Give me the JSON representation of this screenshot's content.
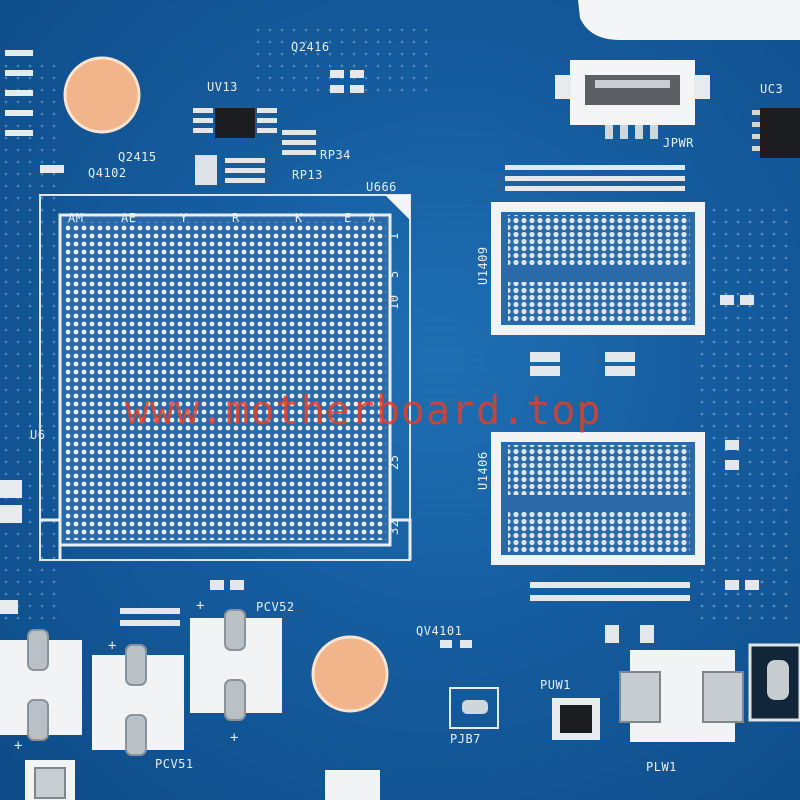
{
  "labels": {
    "q2416": "Q2416",
    "uv13": "UV13",
    "q2415": "Q2415",
    "q4102": "Q4102",
    "rp34": "RP34",
    "rp13": "RP13",
    "u666": "U666",
    "am": "AM",
    "ae": "AE",
    "y": "Y",
    "r": "R",
    "k": "K",
    "e": "E",
    "a": "A",
    "num1": "1",
    "num5": "5",
    "num10": "10",
    "num25": "25",
    "num32": "32",
    "u6": "U6",
    "u1409": "U1409",
    "u1406": "U1406",
    "jpwr": "JPWR",
    "uc3": "UC3",
    "qv4101": "QV4101",
    "pcv52": "PCV52",
    "pcv51": "PCV51",
    "puw1": "PUW1",
    "pjb7": "PJB7",
    "plw1": "PLW1",
    "plus1": "+",
    "plus2": "+",
    "plus3": "+",
    "plus4": "+"
  },
  "watermark": "www.motherboard.top",
  "colors": {
    "pcb": "#155c9e",
    "silkscreen": "#e6eef8",
    "solder_pad": "#cfd6dc",
    "copper_hole": "#f2b48a",
    "watermark": "#e0402a"
  }
}
